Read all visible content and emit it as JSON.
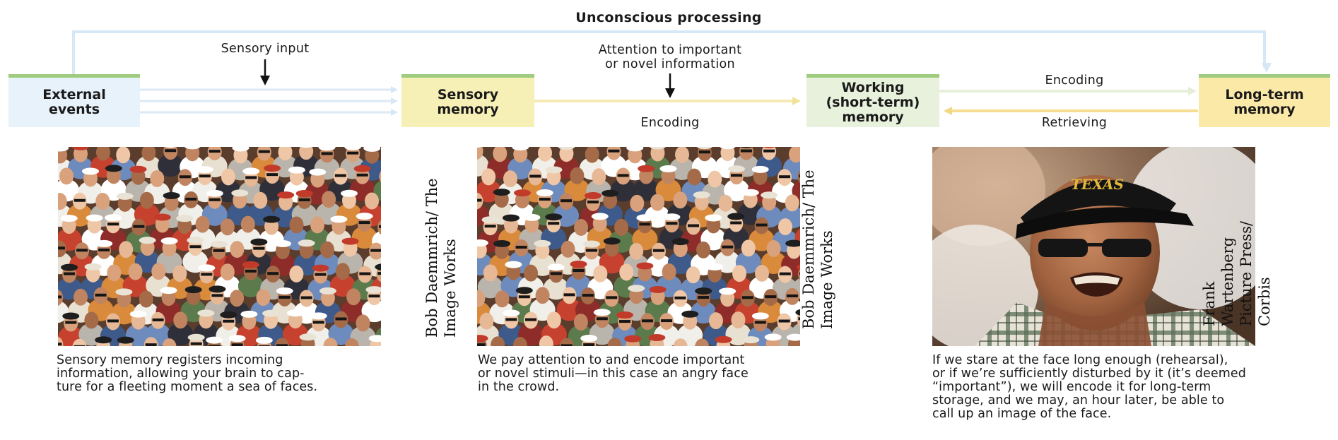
{
  "diagram": {
    "top_label": "Unconscious processing",
    "colors": {
      "external": "#e8f2fb",
      "sensory": "#f6f0b6",
      "working": "#e7f1dc",
      "longterm": "#fbe9a8",
      "header_bar": "#9fcc7e",
      "arrow_blue": "#d6e8f6",
      "arrow_yellow": "#f5ecb0",
      "arrow_green": "#e9f1dd",
      "arrow_gold": "#f7df95"
    },
    "boxes": {
      "external": "External\nevents",
      "sensory": "Sensory\nmemory",
      "working": "Working\n(short-term)\nmemory",
      "longterm": "Long-term\nmemory"
    },
    "labels": {
      "sensory_input": "Sensory input",
      "attention": "Attention to important\nor novel information",
      "encoding_1": "Encoding",
      "encoding_2": "Encoding",
      "retrieving": "Retrieving"
    }
  },
  "panels": [
    {
      "caption": "Sensory memory registers incoming\ninformation, allowing your brain to cap-\nture for a fleeting moment a sea of faces.",
      "credit": "Bob Daemmrich/ The\nImage Works"
    },
    {
      "caption": "We pay attention to and encode important\nor novel stimuli—in this case an angry face\nin the crowd.",
      "credit": "Bob Daemmrich/ The\nImage Works"
    },
    {
      "caption": "If we stare at the face long enough (rehearsal),\nor if we’re sufficiently disturbed by it (it’s deemed\n“important”), we will encode it for long-term\nstorage, and we may, an hour later, be able to\ncall up an image of the face.",
      "credit": "Frank Wartenberg\nPicture Press/\nCorbis"
    }
  ]
}
